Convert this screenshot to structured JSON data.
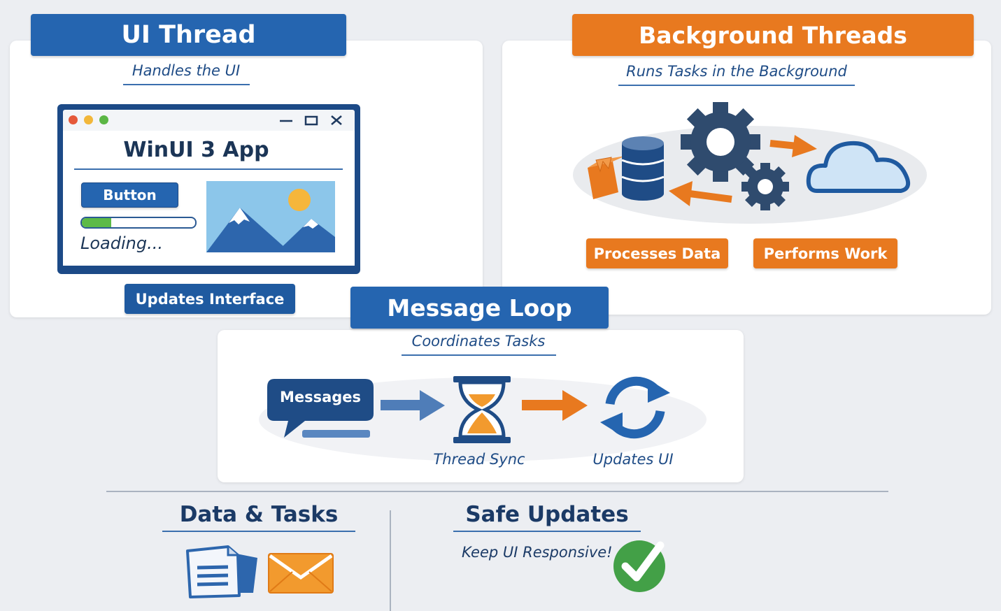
{
  "ui_thread": {
    "title": "UI Thread",
    "subtitle": "Handles the UI",
    "app_window": {
      "title": "WinUI 3 App",
      "button_label": "Button",
      "progress": 0.26,
      "loading_text": "Loading..."
    },
    "action_label": "Updates Interface"
  },
  "background_threads": {
    "title": "Background Threads",
    "subtitle": "Runs Tasks in the Background",
    "actions": [
      "Processes Data",
      "Performs Work"
    ]
  },
  "message_loop": {
    "title": "Message Loop",
    "subtitle": "Coordinates Tasks",
    "bubble_label": "Messages",
    "steps": [
      "Thread Sync",
      "Updates UI"
    ]
  },
  "footer": {
    "left_title": "Data & Tasks",
    "right_title": "Safe Updates",
    "right_tagline": "Keep UI Responsive!"
  },
  "colors": {
    "blue": "#2565b0",
    "dark_blue": "#1f4c86",
    "orange": "#e8791f",
    "green": "#43a047"
  }
}
